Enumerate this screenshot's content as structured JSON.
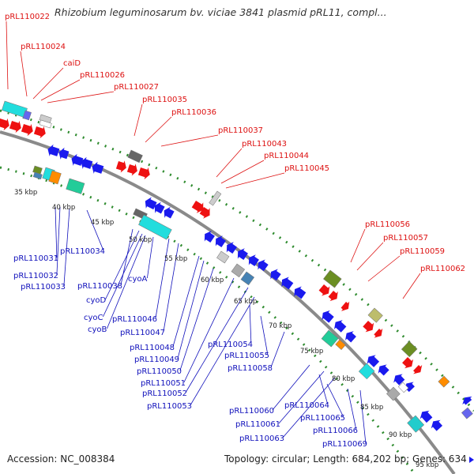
{
  "title": "Rhizobium leguminosarum bv. viciae 3841 plasmid pRL11, compl...",
  "accession": "Accession: NC_008384",
  "summary": "Topology: circular; Length: 684,202 bp; Genes: 634",
  "colors": {
    "backbone": "#8a8a8a",
    "ring_dots": "#2e8b2e",
    "forward_gene": "#ee1111",
    "reverse_gene": "#1a1aee",
    "forward_label": "#dd1111",
    "reverse_label": "#1010bb"
  },
  "kbp_ticks": [
    "35 kbp",
    "40 kbp",
    "45 kbp",
    "50 kbp",
    "55 kbp",
    "60 kbp",
    "65 kbp",
    "70 kbp",
    "75 kbp",
    "80 kbp",
    "85 kbp",
    "90 kbp",
    "95 kbp"
  ],
  "forward_labels": [
    "pRL110022",
    "pRL110024",
    "caiD",
    "pRL110026",
    "pRL110027",
    "pRL110035",
    "pRL110036",
    "pRL110037",
    "pRL110043",
    "pRL110044",
    "pRL110045",
    "pRL110056",
    "pRL110057",
    "pRL110059",
    "pRL110062"
  ],
  "reverse_labels": [
    "pRL110031",
    "pRL110032",
    "pRL110033",
    "pRL110034",
    "pRL110038",
    "cyoD",
    "cyoC",
    "cyoB",
    "cyoA",
    "pRL110046",
    "pRL110047",
    "pRL110048",
    "pRL110049",
    "pRL110050",
    "pRL110051",
    "pRL110052",
    "pRL110053",
    "pRL110054",
    "pRL110055",
    "pRL110058",
    "pRL110060",
    "pRL110061",
    "pRL110063",
    "pRL110064",
    "pRL110065",
    "pRL110066",
    "pRL110069"
  ]
}
